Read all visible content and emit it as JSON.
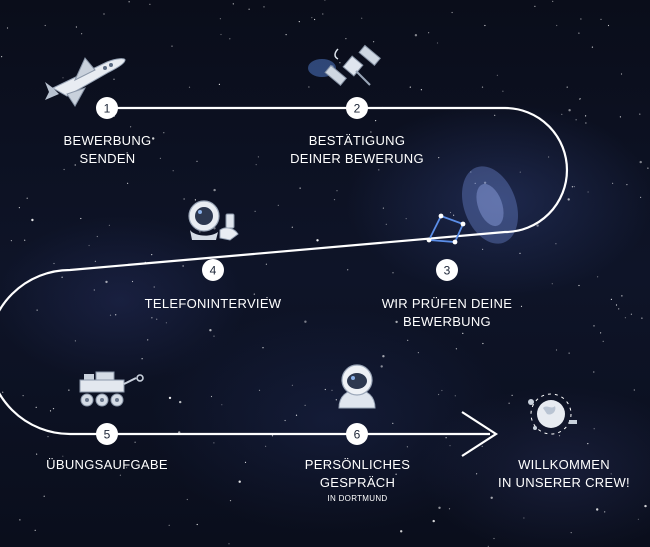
{
  "steps": [
    {
      "number": "1",
      "label": "BEWERBUNG\nSENDEN",
      "icon": "space-shuttle-icon"
    },
    {
      "number": "2",
      "label": "BESTÄTIGUNG\nDEINER BEWERUNG",
      "icon": "satellite-icon"
    },
    {
      "number": "3",
      "label": "WIR PRÜFEN DEINE\nBEWERBUNG",
      "icon": "constellation-icon"
    },
    {
      "number": "4",
      "label": "TELEFONINTERVIEW",
      "icon": "astronaut-phone-icon"
    },
    {
      "number": "5",
      "label": "ÜBUNGSAUFGABE",
      "icon": "rover-icon"
    },
    {
      "number": "6",
      "label": "PERSÖNLICHES\nGESPRÄCH",
      "sublabel": "IN DORTMUND",
      "icon": "astronaut-icon"
    }
  ],
  "final": {
    "label": "WILLKOMMEN\nIN UNSERER CREW!",
    "icon": "planet-icon"
  },
  "colors": {
    "background": "#0b0f1e",
    "path": "#ffffff",
    "circle_fill": "#ffffff",
    "number": "#1b2436"
  }
}
